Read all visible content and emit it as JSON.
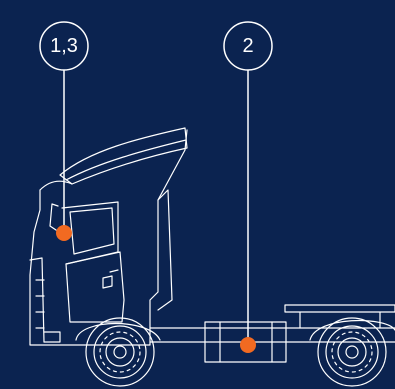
{
  "callouts": [
    {
      "label": "1,3"
    },
    {
      "label": "2"
    }
  ],
  "colors": {
    "background": "#0b2350",
    "line": "#ffffff",
    "marker": "#f26a21"
  },
  "subject": "truck-cab-side-view"
}
